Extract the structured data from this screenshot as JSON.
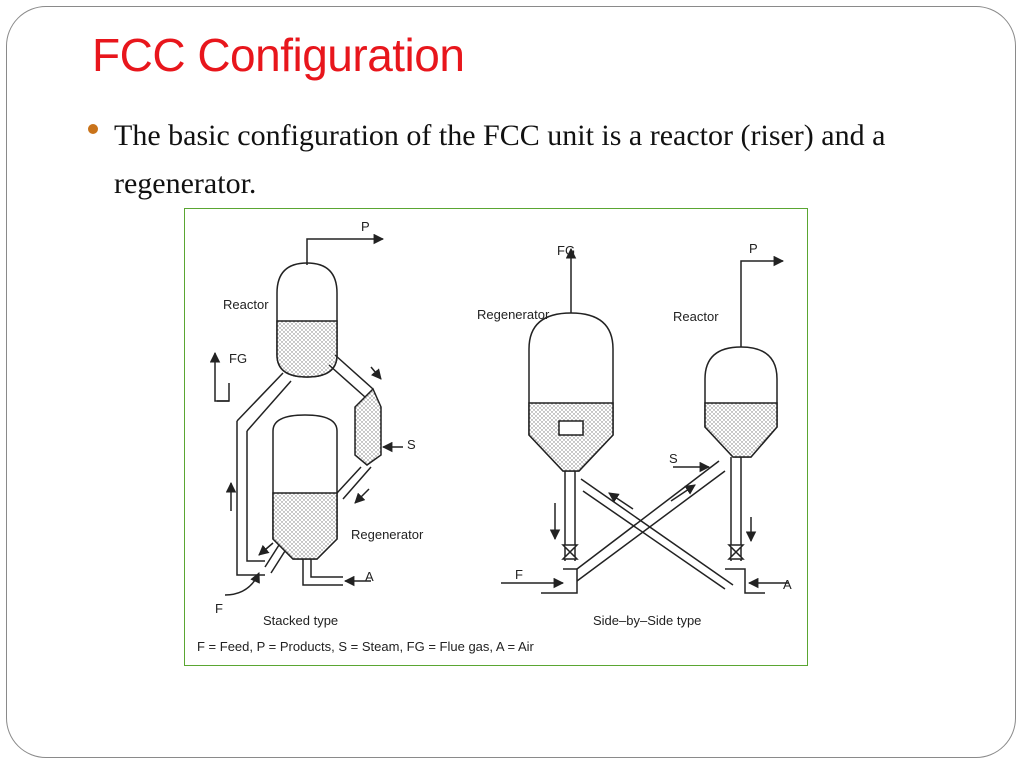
{
  "slide": {
    "title": "FCC Configuration",
    "bullet": "The basic configuration of the FCC unit is a reactor (riser) and a regenerator."
  },
  "figure": {
    "stacked": {
      "product_label": "P",
      "reactor_label": "Reactor",
      "flue_gas_label": "FG",
      "steam_label": "S",
      "regenerator_label": "Regenerator",
      "air_label": "A",
      "feed_label": "F",
      "caption": "Stacked type"
    },
    "side_by_side": {
      "flue_gas_label": "FG",
      "product_label": "P",
      "regenerator_label": "Regenerator",
      "reactor_label": "Reactor",
      "steam_label": "S",
      "feed_label": "F",
      "air_label": "A",
      "caption": "Side–by–Side type"
    },
    "legend": "F = Feed, P = Products, S = Steam, FG = Flue gas, A = Air"
  }
}
